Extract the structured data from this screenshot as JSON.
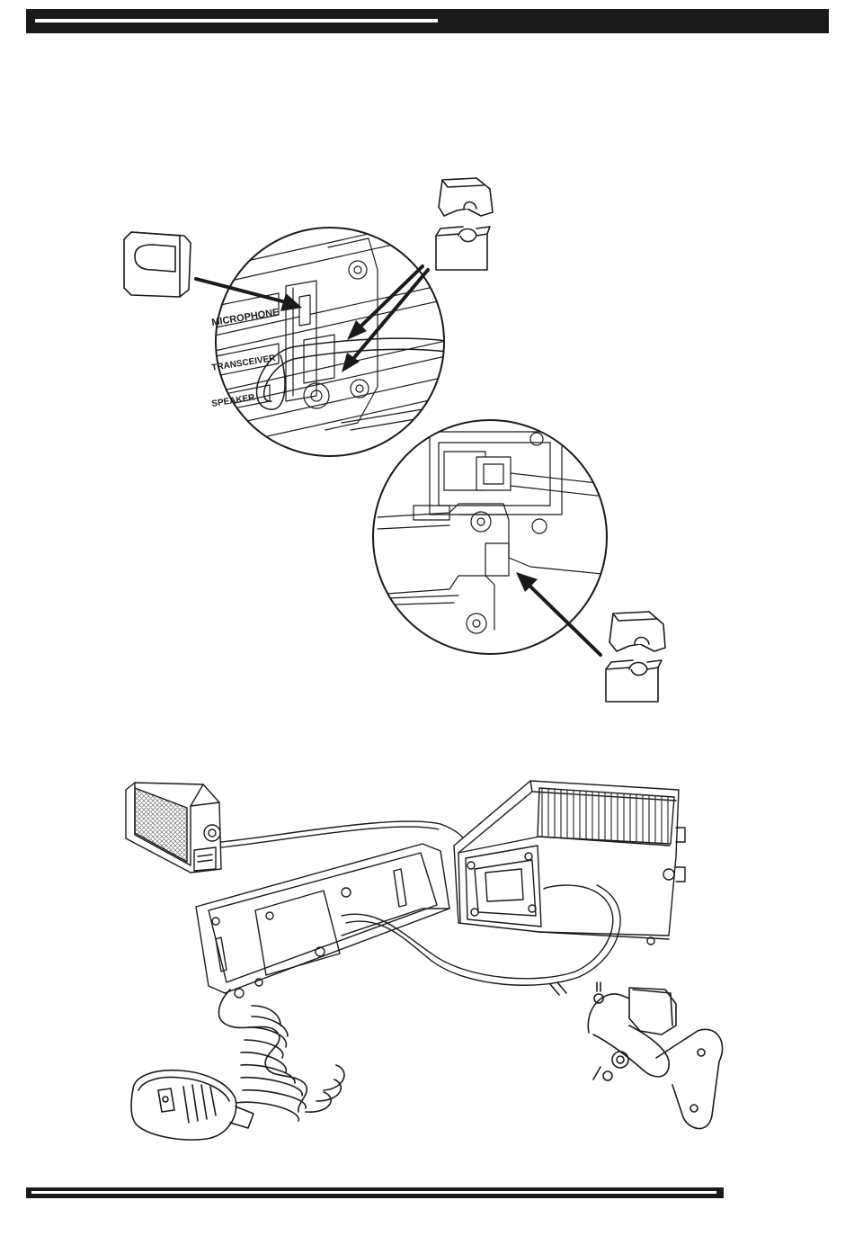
{
  "figure": {
    "labels": {
      "microphone": "MICROPHONE",
      "transceiver": "TRANSCEIVER",
      "speaker": "SPEAKER"
    }
  },
  "colors": {
    "ink": "#1a1a1a",
    "paper": "#ffffff",
    "hatch": "#555555"
  }
}
